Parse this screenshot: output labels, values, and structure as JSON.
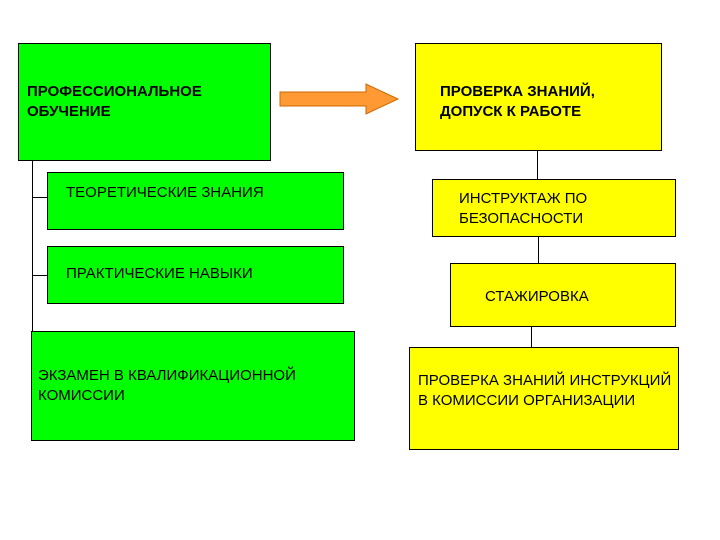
{
  "colors": {
    "training_fill": "#00ff00",
    "admission_fill": "#ffff00",
    "arrow_fill": "#ff9933",
    "arrow_outline": "#cc6600",
    "connector": "#000000"
  },
  "left_column": {
    "main": "ПРОФЕССИОНАЛЬНОЕ ОБУЧЕНИЕ",
    "theory": "ТЕОРЕТИЧЕСКИЕ ЗНАНИЯ",
    "practice": "ПРАКТИЧЕСКИЕ НАВЫКИ",
    "exam": "ЭКЗАМЕН В КВАЛИФИКАЦИОННОЙ КОМИССИИ"
  },
  "right_column": {
    "main": "ПРОВЕРКА ЗНАНИЙ, ДОПУСК К РАБОТЕ",
    "briefing": "ИНСТРУКТАЖ ПО БЕЗОПАСНОСТИ",
    "internship": "СТАЖИРОВКА",
    "final_check": "ПРОВЕРКА ЗНАНИЙ ИНСТРУКЦИЙ В КОМИССИИ ОРГАНИЗАЦИИ"
  }
}
